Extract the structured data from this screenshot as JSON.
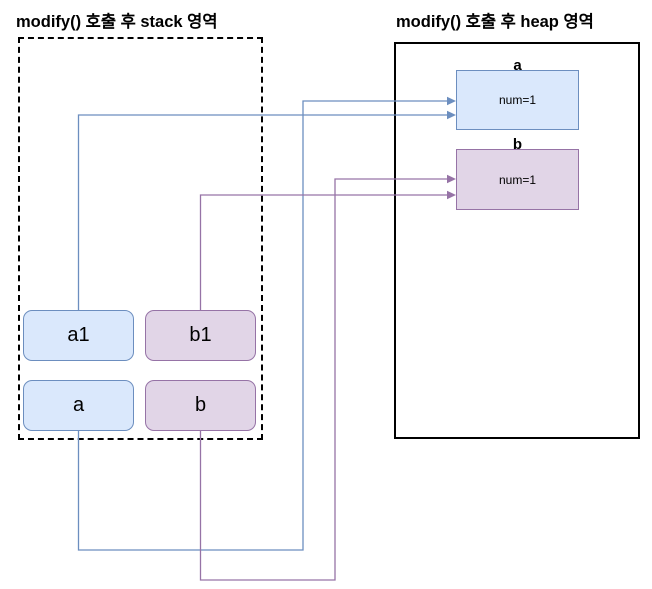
{
  "colors": {
    "blue_fill": "#dae8fc",
    "blue_stroke": "#6c8ebf",
    "purple_fill": "#e1d5e7",
    "purple_stroke": "#9673a6",
    "region_stroke": "#000000",
    "text": "#000000"
  },
  "stack": {
    "title": "modify() 호출 후 stack 영역",
    "vars": [
      {
        "label": "a1",
        "color": "blue"
      },
      {
        "label": "b1",
        "color": "purple"
      },
      {
        "label": "a",
        "color": "blue"
      },
      {
        "label": "b",
        "color": "purple"
      }
    ]
  },
  "heap": {
    "title": "modify() 호출 후 heap 영역",
    "objects": [
      {
        "label": "a",
        "field": "num=1",
        "color": "blue"
      },
      {
        "label": "b",
        "field": "num=1",
        "color": "purple"
      }
    ]
  },
  "connections": [
    {
      "from": "stack.a1",
      "to": "heap.a",
      "color": "blue"
    },
    {
      "from": "stack.a",
      "to": "heap.a",
      "color": "blue"
    },
    {
      "from": "stack.b1",
      "to": "heap.b",
      "color": "purple"
    },
    {
      "from": "stack.b",
      "to": "heap.b",
      "color": "purple"
    }
  ]
}
